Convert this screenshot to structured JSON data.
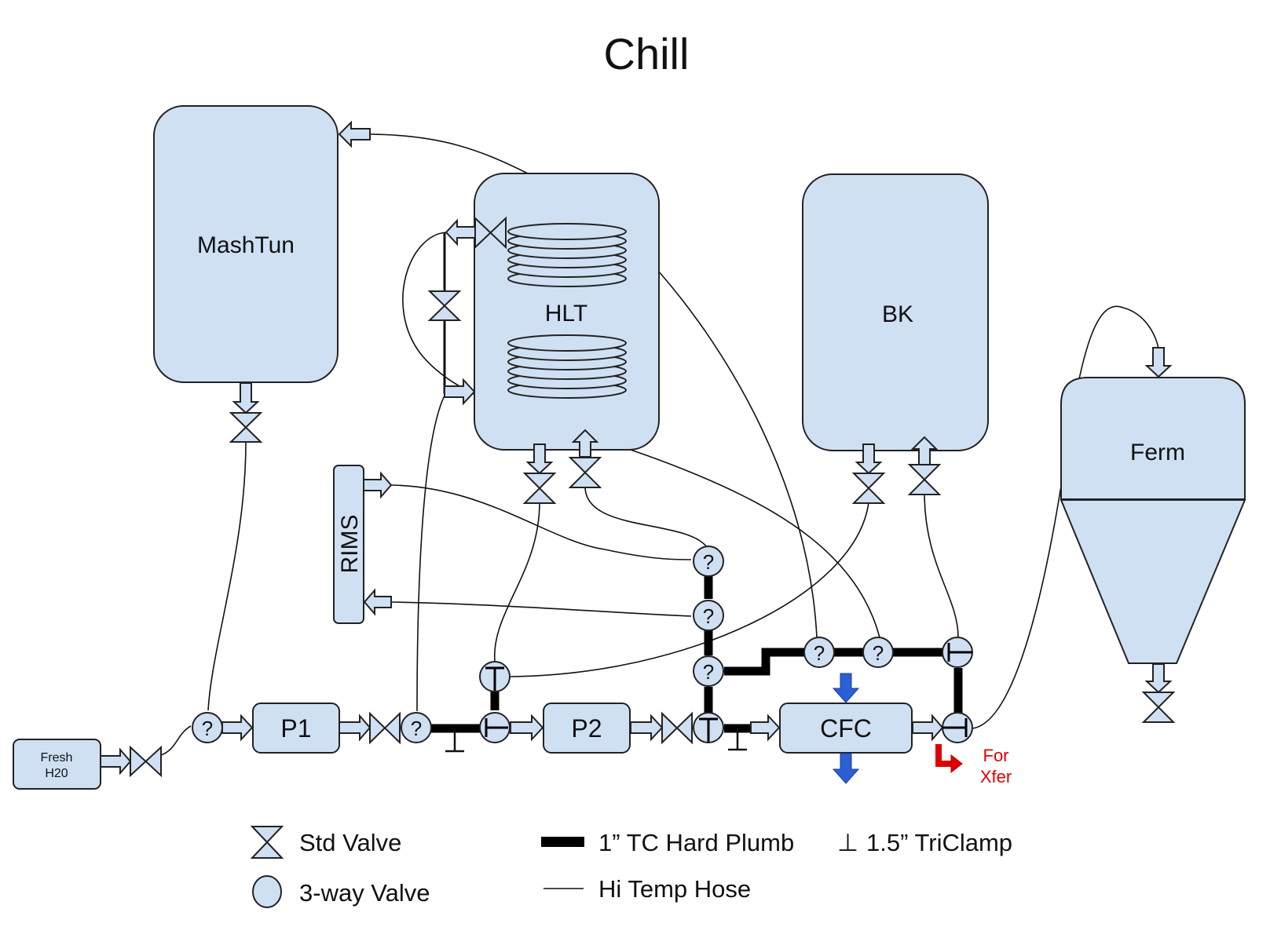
{
  "title": "Chill",
  "vessels": {
    "mashtun": "MashTun",
    "hlt": "HLT",
    "bk": "BK",
    "ferm": "Ferm",
    "rims": "RIMS"
  },
  "equipment": {
    "fresh_water_line1": "Fresh",
    "fresh_water_line2": "H20",
    "pump1": "P1",
    "pump2": "P2",
    "cfc": "CFC"
  },
  "three_way_valve_mark": "?",
  "annotation": {
    "line1": "For",
    "line2": "Xfer",
    "color": "#e10000"
  },
  "colors": {
    "vessel_fill": "#cfe0f3",
    "coolant_arrow": "#2c5fd6"
  },
  "legend": {
    "std_valve": "Std Valve",
    "three_way_valve": "3-way Valve",
    "hard_plumb": "1” TC Hard Plumb",
    "hose": "Hi Temp Hose",
    "triclamp_symbol": "⊥",
    "triclamp": "1.5” TriClamp"
  }
}
